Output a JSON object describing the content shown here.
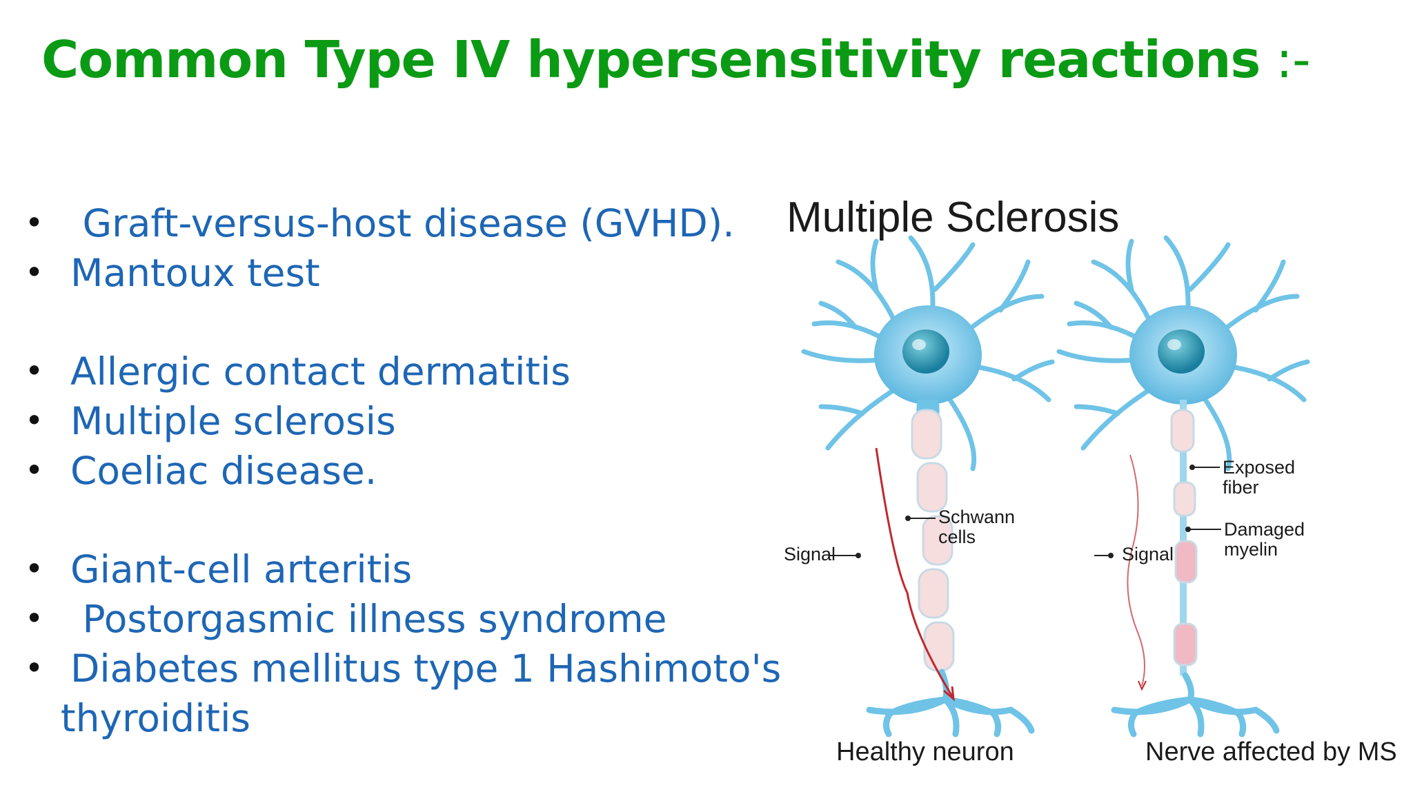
{
  "slide": {
    "title": "Common Type IV hypersensitivity reactions",
    "title_suffix": " :-",
    "bullets": [
      " Graft-versus-host disease (GVHD).",
      "Mantoux test",
      "Allergic contact dermatitis",
      "Multiple sclerosis",
      "Coeliac disease.",
      "Giant-cell arteritis",
      " Postorgasmic illness syndrome",
      "Diabetes mellitus type 1 Hashimoto's"
    ],
    "bullet_continuation": "thyroiditis",
    "bullet_glyph": "•"
  },
  "figure": {
    "title": "Multiple Sclerosis",
    "labels": {
      "signal_left": "Signal",
      "schwann_1": "Schwann",
      "schwann_2": "cells",
      "signal_right": "Signal",
      "exposed_1": "Exposed",
      "exposed_2": "fiber",
      "damaged_1": "Damaged",
      "damaged_2": "myelin"
    },
    "captions": {
      "healthy": "Healthy neuron",
      "affected": "Nerve affected by MS"
    }
  },
  "colors": {
    "title": "#0a9a14",
    "bullet_text": "#1e66b5",
    "neuron_body": "#6fc3e6",
    "nucleus": "#1f8fb0",
    "myelin": "#f4dede",
    "signal": "#c0282e"
  }
}
